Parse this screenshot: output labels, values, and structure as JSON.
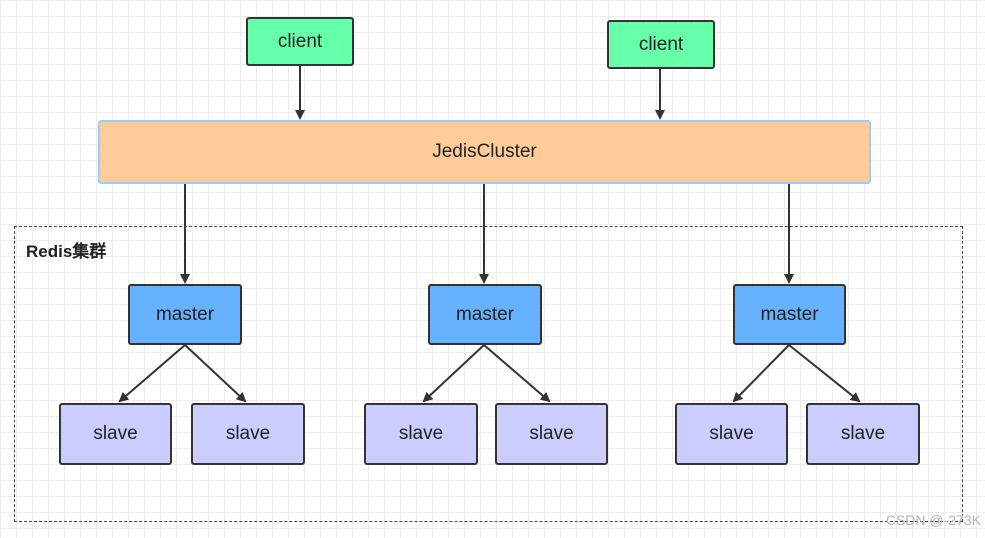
{
  "clients": [
    "client",
    "client"
  ],
  "jedis_cluster": "JedisCluster",
  "cluster_label": "Redis集群",
  "groups": [
    {
      "master": "master",
      "slaves": [
        "slave",
        "slave"
      ]
    },
    {
      "master": "master",
      "slaves": [
        "slave",
        "slave"
      ]
    },
    {
      "master": "master",
      "slaves": [
        "slave",
        "slave"
      ]
    }
  ],
  "watermark": "CSDN @-273K",
  "colors": {
    "client_fill": "#66ffaa",
    "jedis_fill": "#ffcc99",
    "jedis_border": "#99ccff",
    "master_fill": "#66b2ff",
    "slave_fill": "#ccccff",
    "arrow": "#333333"
  }
}
